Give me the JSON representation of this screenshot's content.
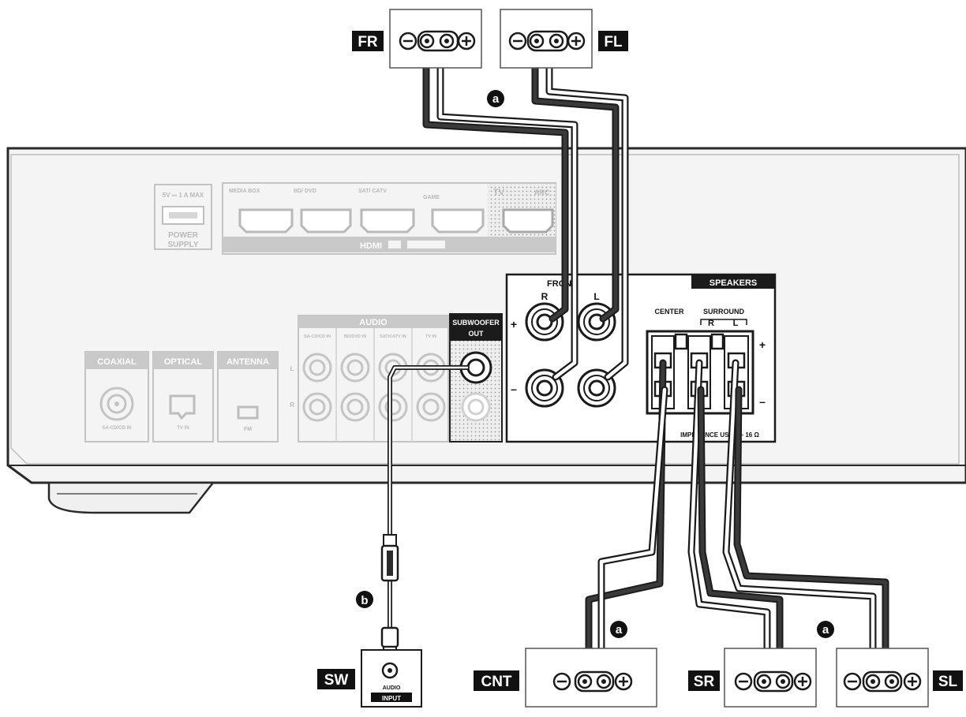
{
  "speaker_tags": {
    "fr": "FR",
    "fl": "FL",
    "sw": "SW",
    "cnt": "CNT",
    "sr": "SR",
    "sl": "SL"
  },
  "cable_markers": {
    "a": "a",
    "b": "b"
  },
  "receiver": {
    "usb_label": "5V ⎓ 1 A MAX",
    "power_supply_label_1": "POWER",
    "power_supply_label_2": "SUPPLY",
    "hdmi_label": "HDMI",
    "hdmi_port_1_label": "MEDIA BOX",
    "hdmi_port_2_label": "SAT/ CATV",
    "hdmi_port_3_label": "BD/ DVD",
    "hdmi_port_4_label": "GAME",
    "tv_label": "TV",
    "arc_label": "ARC",
    "audio_label": "AUDIO",
    "audio_col_1": "SA-CD/CD IN",
    "audio_col_2": "SAT/CATV IN",
    "audio_col_3": "BD/DVD IN",
    "audio_col_4": "TV IN",
    "coaxial_label": "COAXIAL",
    "optical_label": "OPTICAL",
    "antenna_label": "ANTENNA",
    "coaxial_sub": "SA-CD/CD IN",
    "optical_sub": "TV IN",
    "antenna_sub": "FM",
    "subwoofer_label_1": "SUBWOOFER",
    "subwoofer_label_2": "OUT",
    "speakers_label": "SPEAKERS",
    "front_label": "FRONT",
    "front_r": "R",
    "front_l": "L",
    "plus": "+",
    "minus": "–",
    "center_label": "CENTER",
    "surround_label": "SURROUND",
    "surround_r": "R",
    "surround_l": "L",
    "impedance_label": "IMPEDANCE USE 6 – 16 Ω",
    "row_l": "L",
    "row_r": "R"
  },
  "subwoofer_unit": {
    "audio_label": "AUDIO",
    "input_label": "INPUT"
  },
  "colors": {
    "cable_dark": "#2b2b2b",
    "receiver_grey": "#f2f2f2",
    "panel_grey": "#d6d6d6",
    "tag_black": "#111111"
  }
}
